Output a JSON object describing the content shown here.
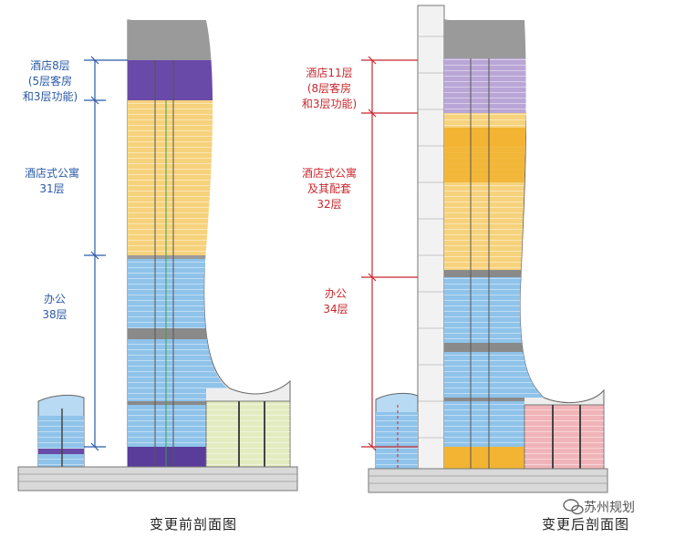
{
  "colors": {
    "hotel": "#6a4aa8",
    "hotel_light": "#b9a6d6",
    "apartment": "#f2b432",
    "apartment_light": "#f6d27c",
    "office": "#8fc3ea",
    "office_light": "#b8daf2",
    "podium_green": "#e3ecc0",
    "podium_pink": "#f0b4b8",
    "dim_blue": "#2a5aa8",
    "dim_red": "#c8282e",
    "gray": "#8a8a8a"
  },
  "before": {
    "hotel": "酒店8层\n(5层客房\n和3层功能)",
    "apartment": "酒店式公寓\n31层",
    "office": "办公\n38层",
    "caption": "变更前剖面图"
  },
  "after": {
    "hotel": "酒店11层\n(8层客房\n和3层功能)",
    "apartment": "酒店式公寓\n及其配套\n32层",
    "office": "办公\n34层",
    "caption": "变更后剖面图"
  },
  "watermark": "苏州规划",
  "icons": {
    "watermark": "wechat-bubble-icon"
  }
}
